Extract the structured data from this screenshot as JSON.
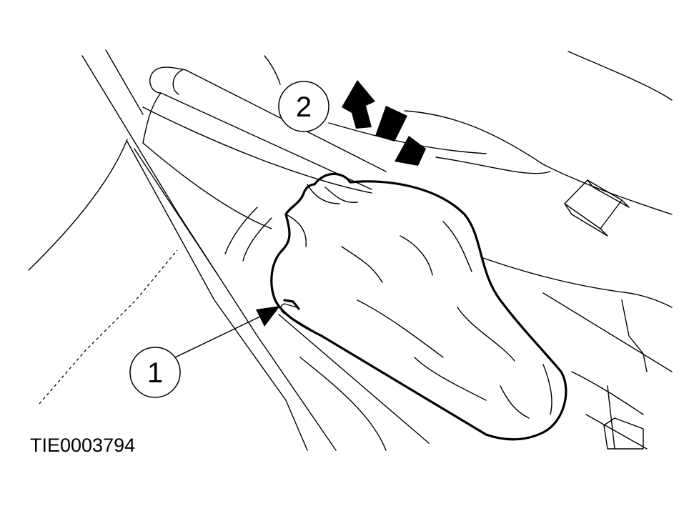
{
  "figure": {
    "callouts": [
      {
        "number": "1"
      },
      {
        "number": "2"
      }
    ],
    "figure_id": "TIE0003794",
    "colors": {
      "line": "#000000",
      "background": "#ffffff"
    }
  }
}
